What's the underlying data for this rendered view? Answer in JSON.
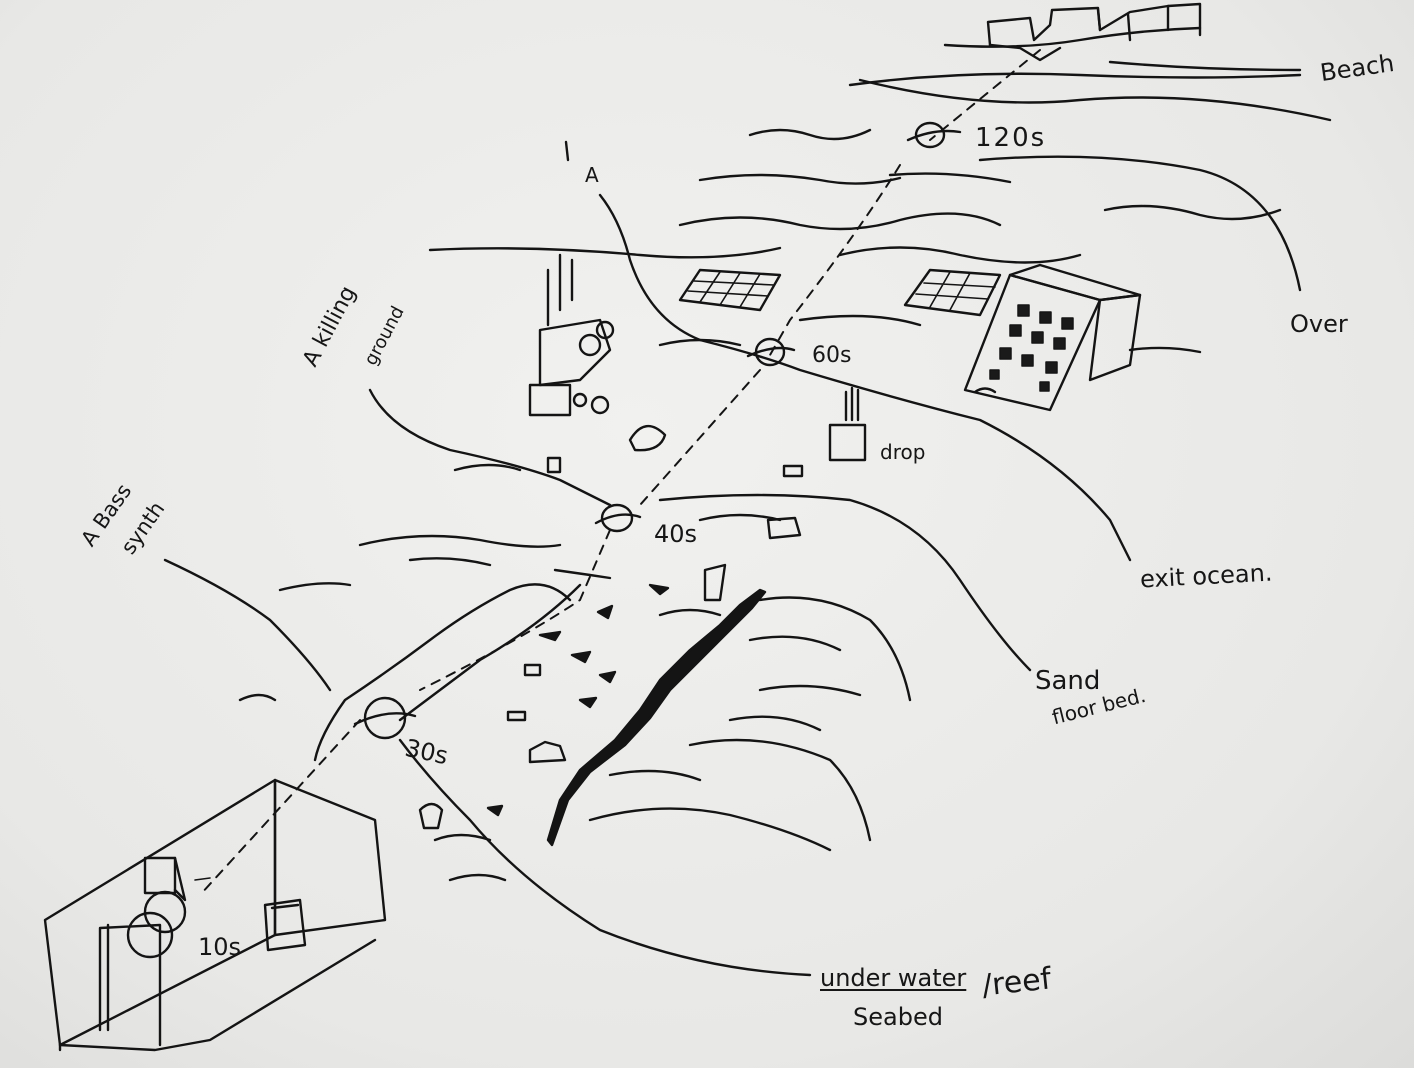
{
  "labels": {
    "beach": "Beach",
    "t120": "120s",
    "marker_a_top": "A",
    "killing_ground_line1": "A killing",
    "killing_ground_line2": "ground",
    "t60": "60s",
    "drop": "drop",
    "over": "Over",
    "bass_line1": "A Bass",
    "bass_line2": "synth",
    "t40": "40s",
    "exit_ocean": "exit ocean.",
    "sand_line1": "Sand",
    "sand_line2": "floor bed.",
    "t30": "30s",
    "t10": "10s",
    "under_water": "under water",
    "seabed": "Seabed",
    "reef": "/reef"
  },
  "colors": {
    "ink": "#141414",
    "paper": "#ececea"
  }
}
